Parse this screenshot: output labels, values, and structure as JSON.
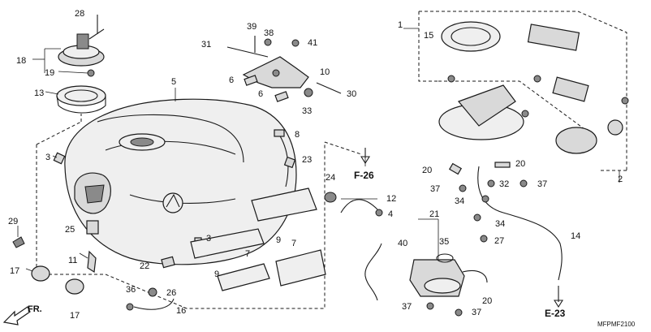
{
  "diagram": {
    "callouts": [
      {
        "id": "c28",
        "text": "28"
      },
      {
        "id": "c18",
        "text": "18"
      },
      {
        "id": "c19",
        "text": "19"
      },
      {
        "id": "c13",
        "text": "13"
      },
      {
        "id": "c5",
        "text": "5"
      },
      {
        "id": "c3a",
        "text": "3"
      },
      {
        "id": "c29",
        "text": "29"
      },
      {
        "id": "c25",
        "text": "25"
      },
      {
        "id": "c11",
        "text": "11"
      },
      {
        "id": "c17a",
        "text": "17"
      },
      {
        "id": "c17b",
        "text": "17"
      },
      {
        "id": "c36",
        "text": "36"
      },
      {
        "id": "c26",
        "text": "26"
      },
      {
        "id": "c16",
        "text": "16"
      },
      {
        "id": "c22",
        "text": "22"
      },
      {
        "id": "c3b",
        "text": "3"
      },
      {
        "id": "c9a",
        "text": "9"
      },
      {
        "id": "c7a",
        "text": "7"
      },
      {
        "id": "c9b",
        "text": "9"
      },
      {
        "id": "c7b",
        "text": "7"
      },
      {
        "id": "c39",
        "text": "39"
      },
      {
        "id": "c38",
        "text": "38"
      },
      {
        "id": "c41",
        "text": "41"
      },
      {
        "id": "c31",
        "text": "31"
      },
      {
        "id": "c10",
        "text": "10"
      },
      {
        "id": "c6a",
        "text": "6"
      },
      {
        "id": "c6b",
        "text": "6"
      },
      {
        "id": "c30",
        "text": "30"
      },
      {
        "id": "c33",
        "text": "33"
      },
      {
        "id": "c8",
        "text": "8"
      },
      {
        "id": "c23",
        "text": "23"
      },
      {
        "id": "c24",
        "text": "24"
      },
      {
        "id": "c12",
        "text": "12"
      },
      {
        "id": "c4",
        "text": "4"
      },
      {
        "id": "c40",
        "text": "40"
      },
      {
        "id": "c1",
        "text": "1"
      },
      {
        "id": "c15",
        "text": "15"
      },
      {
        "id": "c2",
        "text": "2"
      },
      {
        "id": "c20a",
        "text": "20"
      },
      {
        "id": "c20b",
        "text": "20"
      },
      {
        "id": "c37a",
        "text": "37"
      },
      {
        "id": "c32",
        "text": "32"
      },
      {
        "id": "c37b",
        "text": "37"
      },
      {
        "id": "c34a",
        "text": "34"
      },
      {
        "id": "c34b",
        "text": "34"
      },
      {
        "id": "c27",
        "text": "27"
      },
      {
        "id": "c14",
        "text": "14"
      },
      {
        "id": "c21",
        "text": "21"
      },
      {
        "id": "c35",
        "text": "35"
      },
      {
        "id": "c20c",
        "text": "20"
      },
      {
        "id": "c37c",
        "text": "37"
      },
      {
        "id": "c37d",
        "text": "37"
      }
    ],
    "refs": {
      "f26": "F-26",
      "e23": "E-23"
    },
    "front_arrow": "FR.",
    "drawing_code": "MFPMF2100"
  }
}
